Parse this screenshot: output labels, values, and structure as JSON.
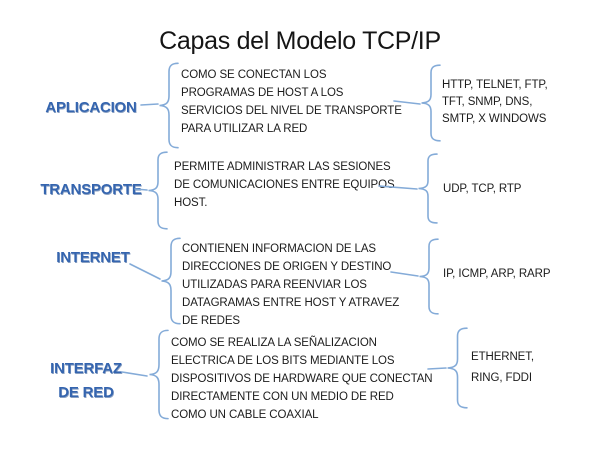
{
  "title": "Capas del Modelo TCP/IP",
  "colors": {
    "layer_label_blue": "#3565af",
    "brace_blue": "#84abd8",
    "body_text": "#1c1c1c"
  },
  "layers": [
    {
      "name": "APLICACION",
      "description": "COMO SE CONECTAN LOS\nPROGRAMAS DE HOST A LOS\nSERVICIOS DEL NIVEL DE TRANSPORTE\nPARA UTILIZAR LA RED",
      "protocols": "HTTP, TELNET, FTP,\nTFT, SNMP, DNS,\nSMTP, X WINDOWS"
    },
    {
      "name": "TRANSPORTE",
      "description": "PERMITE ADMINISTRAR LAS SESIONES\nDE COMUNICACIONES ENTRE EQUIPOS\nHOST.",
      "protocols": "UDP, TCP, RTP"
    },
    {
      "name": "INTERNET",
      "description": "CONTIENEN INFORMACION DE LAS\nDIRECCIONES DE ORIGEN Y DESTINO\nUTILIZADAS PARA REENVIAR LOS\nDATAGRAMAS ENTRE HOST Y ATRAVEZ\nDE REDES",
      "protocols": "IP, ICMP, ARP, RARP"
    },
    {
      "name": "INTERFAZ\nDE RED",
      "description": "COMO SE REALIZA LA SEÑALIZACION\nELECTRICA DE LOS BITS MEDIANTE LOS\nDISPOSITIVOS DE HARDWARE QUE CONECTAN\nDIRECTAMENTE CON UN MEDIO DE RED\nCOMO UN CABLE COAXIAL",
      "protocols": "ETHERNET,\nRING, FDDI"
    }
  ]
}
